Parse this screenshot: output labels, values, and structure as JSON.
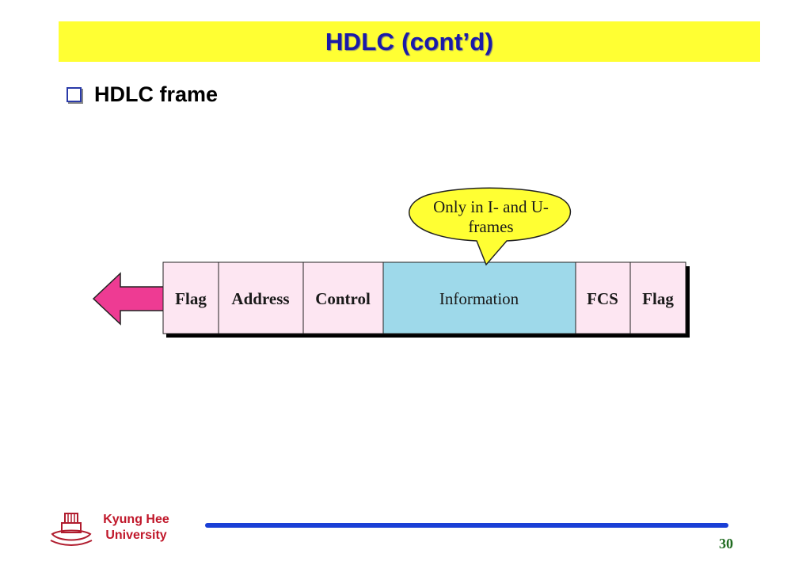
{
  "slide": {
    "title": "HDLC (cont’d)",
    "bullet": "HDLC frame",
    "page_number": "30"
  },
  "diagram": {
    "callout": {
      "line1": "Only in I- and U-",
      "line2": "frames"
    },
    "fields": [
      {
        "label": "Flag",
        "bold": true
      },
      {
        "label": "Address",
        "bold": true
      },
      {
        "label": "Control",
        "bold": true
      },
      {
        "label": "Information",
        "bold": false
      },
      {
        "label": "FCS",
        "bold": true
      },
      {
        "label": "Flag",
        "bold": true
      }
    ],
    "colors": {
      "field_fill": "#fde6f2",
      "info_fill": "#9ed9ea",
      "callout_fill": "#ffff33",
      "arrow_fill": "#ee3b93"
    }
  },
  "footer": {
    "university_line1": "Kyung Hee",
    "university_line2": "University"
  }
}
